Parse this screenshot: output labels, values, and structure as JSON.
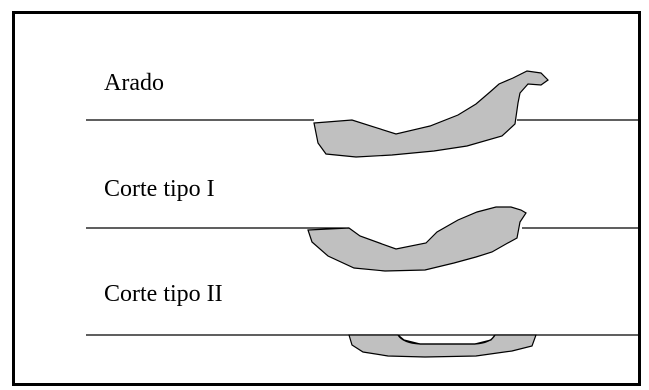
{
  "diagram": {
    "rows": [
      {
        "id": "arado",
        "label": "Arado"
      },
      {
        "id": "corte-tipo-i",
        "label": "Corte tipo I"
      },
      {
        "id": "corte-tipo-ii",
        "label": "Corte tipo II"
      }
    ],
    "colors": {
      "line": "#000000",
      "fill": "#c0c0c0",
      "background": "#ffffff"
    }
  }
}
